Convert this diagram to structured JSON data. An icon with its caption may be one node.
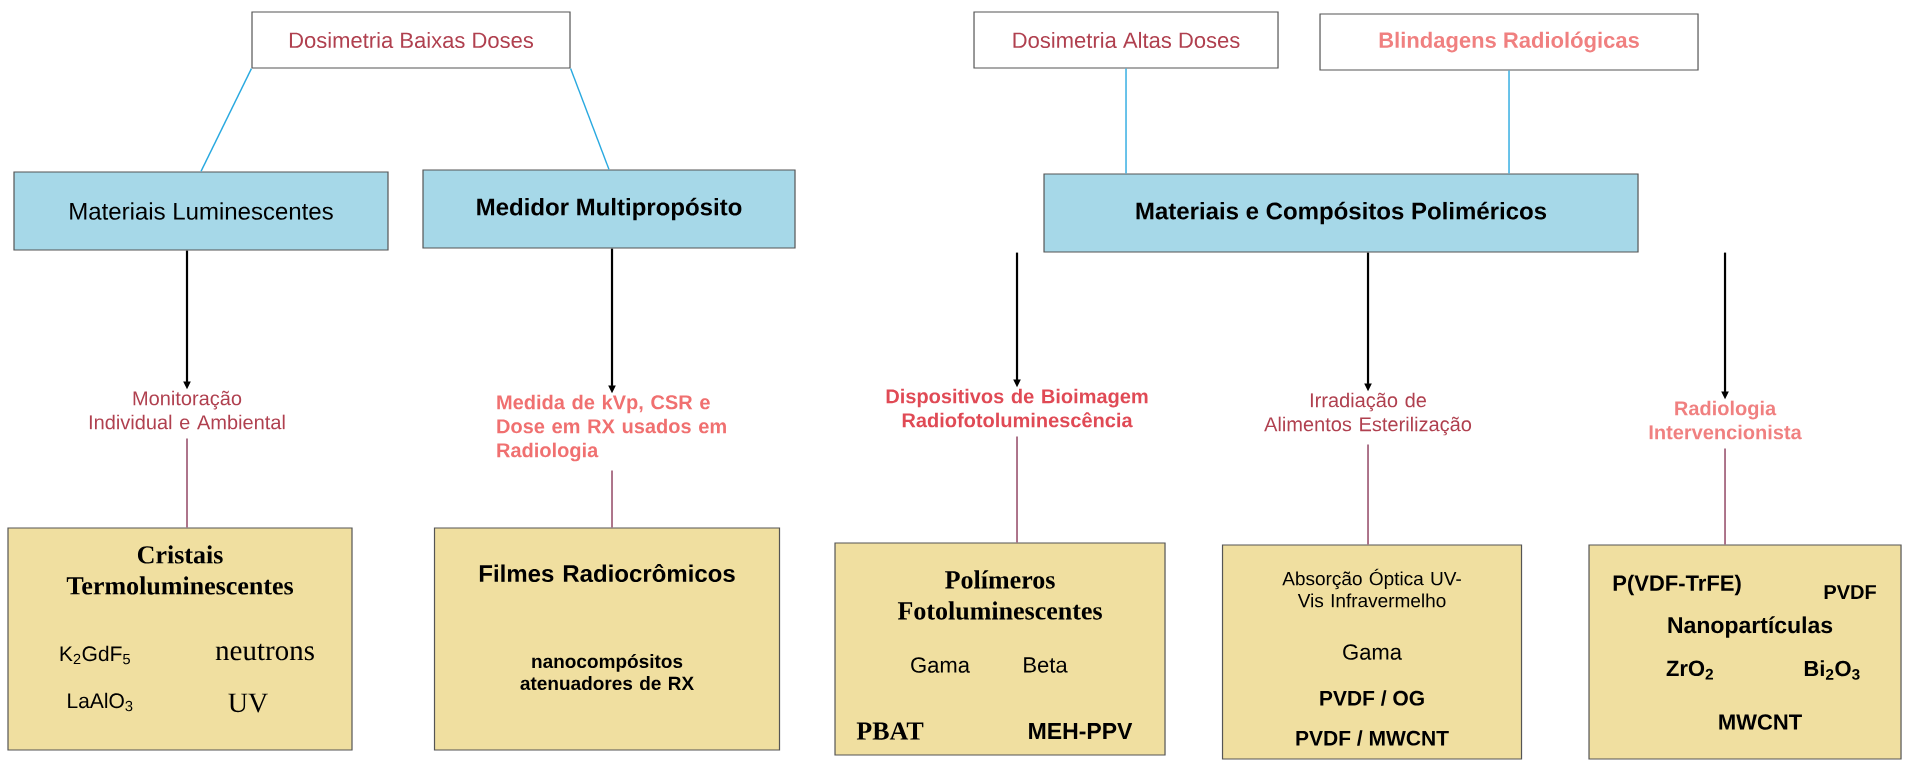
{
  "diagram": {
    "nodes": [
      {
        "text": [
          "Dosimetria Baixas Doses"
        ]
      },
      {
        "text": [
          "Dosimetria Altas Doses"
        ]
      },
      {
        "text": [
          "Blindagens Radiológicas"
        ]
      },
      {
        "text": [
          "Materiais Luminescentes"
        ]
      },
      {
        "text": [
          "Medidor Multipropósito"
        ]
      },
      {
        "text": [
          "Materiais e Compósitos Poliméricos"
        ]
      },
      {
        "text": [
          "Monitoração Individual e Ambiental"
        ]
      },
      {
        "text": [
          "Medida de kVp, CSR e Dose em RX usados em Radiologia"
        ]
      },
      {
        "text": [
          "Dispositivos de Bioimagem Radiofotoluminescência"
        ]
      },
      {
        "text": [
          "Irradiação de Alimentos Esterilização"
        ]
      },
      {
        "text": [
          "Radiologia Intervencionista"
        ]
      },
      {
        "text": [
          "Cristais Termoluminescentes",
          "K$_{2}$GdF$_{5}$",
          "neutrons",
          "LaAlO$_{3}$",
          "UV"
        ]
      },
      {
        "text": [
          "Filmes Radiocrômicos",
          "nanocompósitos atenuadores de RX"
        ]
      },
      {
        "text": [
          "Polímeros Fotoluminescentes",
          "Gama",
          "Beta",
          "PBAT",
          "MEH-PPV"
        ]
      },
      {
        "text": [
          "Absorção Óptica UV-Vis Infravermelho",
          "Gama",
          "PVDF / OG",
          "PVDF / MWCNT"
        ]
      },
      {
        "text": [
          "P(VDF-TrFE)",
          "PVDF",
          "Nanopartículas",
          "ZrO$_{2}$",
          "Bi$_{2}$O$_{3}$",
          "MWCNT"
        ]
      }
    ],
    "edges": [
      {
        "from": 0,
        "to": 3,
        "arrow": "none",
        "color": "#29a9e0"
      },
      {
        "from": 0,
        "to": 4,
        "arrow": "none",
        "color": "#29a9e0"
      },
      {
        "from": 1,
        "to": 5,
        "arrow": "none",
        "color": "#29a9e0"
      },
      {
        "from": 2,
        "to": 5,
        "arrow": "none",
        "color": "#29a9e0"
      },
      {
        "from": 3,
        "to": 6,
        "arrow": "to"
      },
      {
        "from": 4,
        "to": 7,
        "arrow": "to"
      },
      {
        "from": 5,
        "to": 8,
        "arrow": "to"
      },
      {
        "from": 5,
        "to": 9,
        "arrow": "to"
      },
      {
        "from": 5,
        "to": 10,
        "arrow": "to"
      },
      {
        "from": 6,
        "to": 11,
        "arrow": "none",
        "color": "#8b3a5a"
      },
      {
        "from": 7,
        "to": 12,
        "arrow": "none",
        "color": "#8b3a5a"
      },
      {
        "from": 8,
        "to": 13,
        "arrow": "none",
        "color": "#8b3a5a"
      },
      {
        "from": 9,
        "to": 14,
        "arrow": "none",
        "color": "#8b3a5a"
      },
      {
        "from": 10,
        "to": 15,
        "arrow": "none",
        "color": "#8b3a5a"
      }
    ]
  }
}
